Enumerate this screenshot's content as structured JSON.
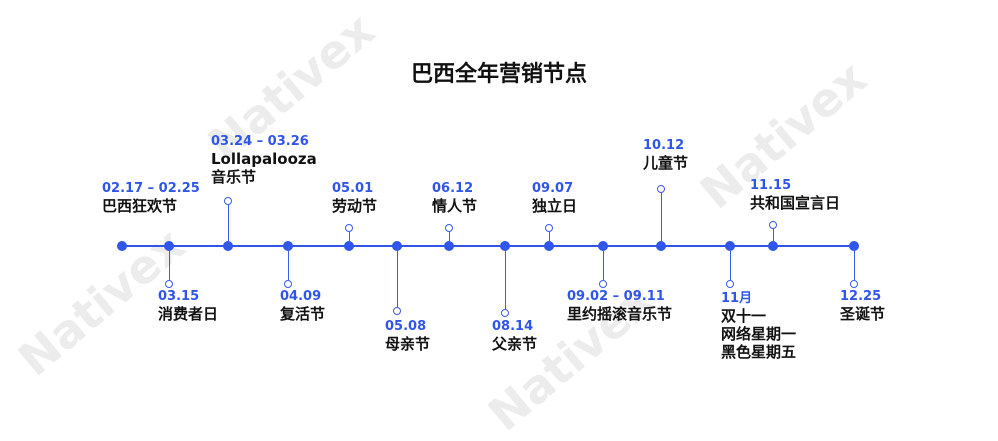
{
  "title": "巴西全年营销节点",
  "watermark": "Nativex",
  "colors": {
    "accent": "#2f55e9",
    "text": "#111111"
  },
  "events": [
    {
      "date": "02.17 – 02.25",
      "lines": [
        "巴西狂欢节"
      ]
    },
    {
      "date": "03.15",
      "lines": [
        "消费者日"
      ]
    },
    {
      "date": "03.24 – 03.26",
      "lines": [
        "Lollapalooza",
        "音乐节"
      ]
    },
    {
      "date": "04.09",
      "lines": [
        "复活节"
      ]
    },
    {
      "date": "05.01",
      "lines": [
        "劳动节"
      ]
    },
    {
      "date": "05.08",
      "lines": [
        "母亲节"
      ]
    },
    {
      "date": "06.12",
      "lines": [
        "情人节"
      ]
    },
    {
      "date": "08.14",
      "lines": [
        "父亲节"
      ]
    },
    {
      "date": "09.07",
      "lines": [
        "独立日"
      ]
    },
    {
      "date": "09.02 – 09.11",
      "lines": [
        "里约摇滚音乐节"
      ]
    },
    {
      "date": "10.12",
      "lines": [
        "儿童节"
      ]
    },
    {
      "date": "11月",
      "lines": [
        "双十一",
        "网络星期一",
        "黑色星期五"
      ]
    },
    {
      "date": "11.15",
      "lines": [
        "共和国宣言日"
      ]
    },
    {
      "date": "12.25",
      "lines": [
        "圣诞节"
      ]
    }
  ]
}
